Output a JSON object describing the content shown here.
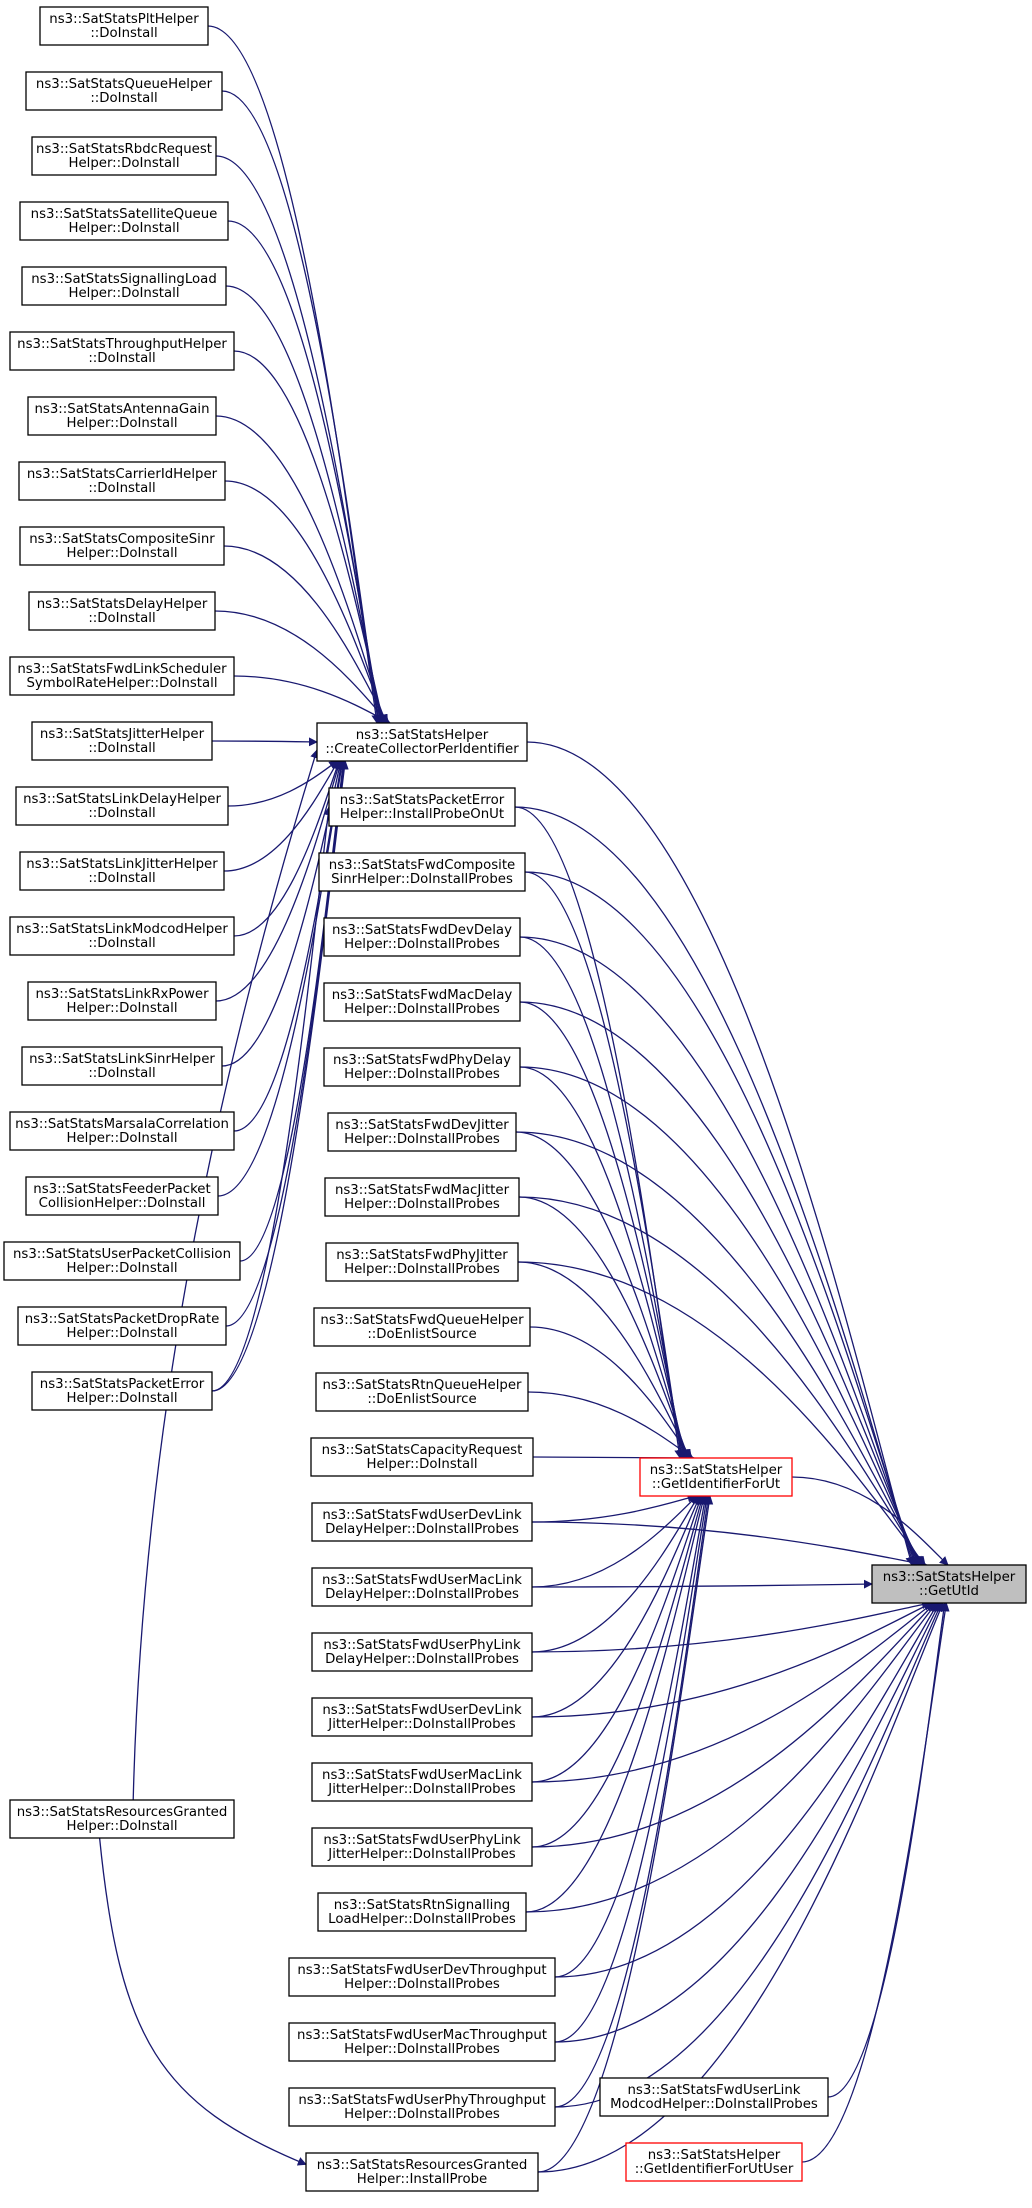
{
  "colors": {
    "edge": "#191970",
    "highlight_border": "#ff0000",
    "target_fill": "#bfbfbf",
    "border": "#000000"
  },
  "nodes": [
    {
      "id": "plt",
      "lines": [
        "ns3::SatStatsPltHelper",
        "::DoInstall"
      ]
    },
    {
      "id": "queue",
      "lines": [
        "ns3::SatStatsQueueHelper",
        "::DoInstall"
      ]
    },
    {
      "id": "rbdc",
      "lines": [
        "ns3::SatStatsRbdcRequest",
        "Helper::DoInstall"
      ]
    },
    {
      "id": "satqueue",
      "lines": [
        "ns3::SatStatsSatelliteQueue",
        "Helper::DoInstall"
      ]
    },
    {
      "id": "sigload",
      "lines": [
        "ns3::SatStatsSignallingLoad",
        "Helper::DoInstall"
      ]
    },
    {
      "id": "throughput",
      "lines": [
        "ns3::SatStatsThroughputHelper",
        "::DoInstall"
      ]
    },
    {
      "id": "antenna",
      "lines": [
        "ns3::SatStatsAntennaGain",
        "Helper::DoInstall"
      ]
    },
    {
      "id": "carrier",
      "lines": [
        "ns3::SatStatsCarrierIdHelper",
        "::DoInstall"
      ]
    },
    {
      "id": "compsinr",
      "lines": [
        "ns3::SatStatsCompositeSinr",
        "Helper::DoInstall"
      ]
    },
    {
      "id": "delay",
      "lines": [
        "ns3::SatStatsDelayHelper",
        "::DoInstall"
      ]
    },
    {
      "id": "fwdsched",
      "lines": [
        "ns3::SatStatsFwdLinkScheduler",
        "SymbolRateHelper::DoInstall"
      ]
    },
    {
      "id": "jitter",
      "lines": [
        "ns3::SatStatsJitterHelper",
        "::DoInstall"
      ]
    },
    {
      "id": "linkdelay",
      "lines": [
        "ns3::SatStatsLinkDelayHelper",
        "::DoInstall"
      ]
    },
    {
      "id": "linkjitter",
      "lines": [
        "ns3::SatStatsLinkJitterHelper",
        "::DoInstall"
      ]
    },
    {
      "id": "linkmodcod",
      "lines": [
        "ns3::SatStatsLinkModcodHelper",
        "::DoInstall"
      ]
    },
    {
      "id": "linkrx",
      "lines": [
        "ns3::SatStatsLinkRxPower",
        "Helper::DoInstall"
      ]
    },
    {
      "id": "linksinr",
      "lines": [
        "ns3::SatStatsLinkSinrHelper",
        "::DoInstall"
      ]
    },
    {
      "id": "marsala",
      "lines": [
        "ns3::SatStatsMarsalaCorrelation",
        "Helper::DoInstall"
      ]
    },
    {
      "id": "feeder",
      "lines": [
        "ns3::SatStatsFeederPacket",
        "CollisionHelper::DoInstall"
      ]
    },
    {
      "id": "usercoll",
      "lines": [
        "ns3::SatStatsUserPacketCollision",
        "Helper::DoInstall"
      ]
    },
    {
      "id": "pktdrop",
      "lines": [
        "ns3::SatStatsPacketDropRate",
        "Helper::DoInstall"
      ]
    },
    {
      "id": "pkterr",
      "lines": [
        "ns3::SatStatsPacketError",
        "Helper::DoInstall"
      ]
    },
    {
      "id": "resgranted",
      "lines": [
        "ns3::SatStatsResourcesGranted",
        "Helper::DoInstall"
      ]
    },
    {
      "id": "cpi",
      "lines": [
        "ns3::SatStatsHelper",
        "::CreateCollectorPerIdentifier"
      ]
    },
    {
      "id": "pkterrprobe",
      "lines": [
        "ns3::SatStatsPacketError",
        "Helper::InstallProbeOnUt"
      ]
    },
    {
      "id": "fwdcompsinr",
      "lines": [
        "ns3::SatStatsFwdComposite",
        "SinrHelper::DoInstallProbes"
      ]
    },
    {
      "id": "fwddevdelay",
      "lines": [
        "ns3::SatStatsFwdDevDelay",
        "Helper::DoInstallProbes"
      ]
    },
    {
      "id": "fwdmacdelay",
      "lines": [
        "ns3::SatStatsFwdMacDelay",
        "Helper::DoInstallProbes"
      ]
    },
    {
      "id": "fwdphydelay",
      "lines": [
        "ns3::SatStatsFwdPhyDelay",
        "Helper::DoInstallProbes"
      ]
    },
    {
      "id": "fwddevjitter",
      "lines": [
        "ns3::SatStatsFwdDevJitter",
        "Helper::DoInstallProbes"
      ]
    },
    {
      "id": "fwdmacjitter",
      "lines": [
        "ns3::SatStatsFwdMacJitter",
        "Helper::DoInstallProbes"
      ]
    },
    {
      "id": "fwdphyjitter",
      "lines": [
        "ns3::SatStatsFwdPhyJitter",
        "Helper::DoInstallProbes"
      ]
    },
    {
      "id": "fwdqueue",
      "lines": [
        "ns3::SatStatsFwdQueueHelper",
        "::DoEnlistSource"
      ]
    },
    {
      "id": "rtnqueue",
      "lines": [
        "ns3::SatStatsRtnQueueHelper",
        "::DoEnlistSource"
      ]
    },
    {
      "id": "capreq",
      "lines": [
        "ns3::SatStatsCapacityRequest",
        "Helper::DoInstall"
      ]
    },
    {
      "id": "ufdevdelay",
      "lines": [
        "ns3::SatStatsFwdUserDevLink",
        "DelayHelper::DoInstallProbes"
      ]
    },
    {
      "id": "ufmacdelay",
      "lines": [
        "ns3::SatStatsFwdUserMacLink",
        "DelayHelper::DoInstallProbes"
      ]
    },
    {
      "id": "ufphydelay",
      "lines": [
        "ns3::SatStatsFwdUserPhyLink",
        "DelayHelper::DoInstallProbes"
      ]
    },
    {
      "id": "ufdevjitter",
      "lines": [
        "ns3::SatStatsFwdUserDevLink",
        "JitterHelper::DoInstallProbes"
      ]
    },
    {
      "id": "ufmacjitter",
      "lines": [
        "ns3::SatStatsFwdUserMacLink",
        "JitterHelper::DoInstallProbes"
      ]
    },
    {
      "id": "ufphyjitter",
      "lines": [
        "ns3::SatStatsFwdUserPhyLink",
        "JitterHelper::DoInstallProbes"
      ]
    },
    {
      "id": "rtnsig",
      "lines": [
        "ns3::SatStatsRtnSignalling",
        "LoadHelper::DoInstallProbes"
      ]
    },
    {
      "id": "ufdevthr",
      "lines": [
        "ns3::SatStatsFwdUserDevThroughput",
        "Helper::DoInstallProbes"
      ]
    },
    {
      "id": "ufmacthr",
      "lines": [
        "ns3::SatStatsFwdUserMacThroughput",
        "Helper::DoInstallProbes"
      ]
    },
    {
      "id": "ufphythr",
      "lines": [
        "ns3::SatStatsFwdUserPhyThroughput",
        "Helper::DoInstallProbes"
      ]
    },
    {
      "id": "resprobe",
      "lines": [
        "ns3::SatStatsResourcesGranted",
        "Helper::InstallProbe"
      ]
    },
    {
      "id": "gifu",
      "lines": [
        "ns3::SatStatsHelper",
        "::GetIdentifierForUt"
      ],
      "highlight": true
    },
    {
      "id": "ufmodcod",
      "lines": [
        "ns3::SatStatsFwdUserLink",
        "ModcodHelper::DoInstallProbes"
      ]
    },
    {
      "id": "gifuu",
      "lines": [
        "ns3::SatStatsHelper",
        "::GetIdentifierForUtUser"
      ],
      "highlight": true
    },
    {
      "id": "getutid",
      "lines": [
        "ns3::SatStatsHelper",
        "::GetUtId"
      ],
      "target": true
    }
  ],
  "edges": [
    [
      "plt",
      "cpi"
    ],
    [
      "queue",
      "cpi"
    ],
    [
      "rbdc",
      "cpi"
    ],
    [
      "satqueue",
      "cpi"
    ],
    [
      "sigload",
      "cpi"
    ],
    [
      "throughput",
      "cpi"
    ],
    [
      "antenna",
      "cpi"
    ],
    [
      "carrier",
      "cpi"
    ],
    [
      "compsinr",
      "cpi"
    ],
    [
      "delay",
      "cpi"
    ],
    [
      "fwdsched",
      "cpi"
    ],
    [
      "jitter",
      "cpi"
    ],
    [
      "linkdelay",
      "cpi"
    ],
    [
      "linkjitter",
      "cpi"
    ],
    [
      "linkmodcod",
      "cpi"
    ],
    [
      "linkrx",
      "cpi"
    ],
    [
      "linksinr",
      "cpi"
    ],
    [
      "marsala",
      "cpi"
    ],
    [
      "feeder",
      "cpi"
    ],
    [
      "usercoll",
      "cpi"
    ],
    [
      "pktdrop",
      "cpi"
    ],
    [
      "pkterr",
      "cpi"
    ],
    [
      "resgranted",
      "cpi"
    ],
    [
      "pkterr",
      "pkterrprobe"
    ],
    [
      "resgranted",
      "resprobe"
    ],
    [
      "cpi",
      "getutid"
    ],
    [
      "pkterrprobe",
      "getutid"
    ],
    [
      "fwdcompsinr",
      "getutid"
    ],
    [
      "fwddevdelay",
      "getutid"
    ],
    [
      "fwdmacdelay",
      "getutid"
    ],
    [
      "fwdphydelay",
      "getutid"
    ],
    [
      "fwddevjitter",
      "getutid"
    ],
    [
      "fwdmacjitter",
      "getutid"
    ],
    [
      "fwdphyjitter",
      "getutid"
    ],
    [
      "ufdevdelay",
      "getutid"
    ],
    [
      "ufmacdelay",
      "getutid"
    ],
    [
      "ufphydelay",
      "getutid"
    ],
    [
      "ufdevjitter",
      "getutid"
    ],
    [
      "ufmacjitter",
      "getutid"
    ],
    [
      "ufphyjitter",
      "getutid"
    ],
    [
      "rtnsig",
      "getutid"
    ],
    [
      "ufdevthr",
      "getutid"
    ],
    [
      "ufmacthr",
      "getutid"
    ],
    [
      "ufphythr",
      "getutid"
    ],
    [
      "resprobe",
      "getutid"
    ],
    [
      "ufmodcod",
      "getutid"
    ],
    [
      "gifuu",
      "getutid"
    ],
    [
      "gifu",
      "getutid"
    ],
    [
      "pkterrprobe",
      "gifu"
    ],
    [
      "fwdcompsinr",
      "gifu"
    ],
    [
      "fwddevdelay",
      "gifu"
    ],
    [
      "fwdmacdelay",
      "gifu"
    ],
    [
      "fwdphydelay",
      "gifu"
    ],
    [
      "fwddevjitter",
      "gifu"
    ],
    [
      "fwdmacjitter",
      "gifu"
    ],
    [
      "fwdphyjitter",
      "gifu"
    ],
    [
      "fwdqueue",
      "gifu"
    ],
    [
      "rtnqueue",
      "gifu"
    ],
    [
      "capreq",
      "gifu"
    ],
    [
      "ufdevdelay",
      "gifu"
    ],
    [
      "ufmacdelay",
      "gifu"
    ],
    [
      "ufphydelay",
      "gifu"
    ],
    [
      "ufdevjitter",
      "gifu"
    ],
    [
      "ufmacjitter",
      "gifu"
    ],
    [
      "ufphyjitter",
      "gifu"
    ],
    [
      "rtnsig",
      "gifu"
    ],
    [
      "ufdevthr",
      "gifu"
    ],
    [
      "ufmacthr",
      "gifu"
    ],
    [
      "ufphythr",
      "gifu"
    ],
    [
      "resprobe",
      "gifu"
    ]
  ]
}
